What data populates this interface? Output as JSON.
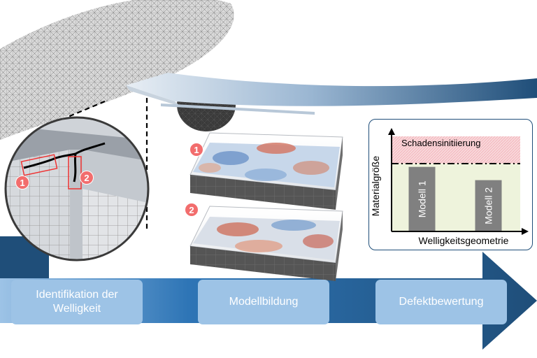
{
  "steps": [
    {
      "label": "Identifikation der Welligkeit"
    },
    {
      "label": "Modellbildung"
    },
    {
      "label": "Defektbewertung"
    }
  ],
  "badges": [
    "1",
    "2"
  ],
  "colors": {
    "arrow_dark": "#1f4e79",
    "arrow_light": "#5b9bd5",
    "step_box": "#9dc3e6",
    "badge": "#f26d6d",
    "zone_damage": "#f8d7da",
    "zone_safe": "#eef3dc",
    "bar": "#808080"
  },
  "chart_data": {
    "type": "bar",
    "categories": [
      "Modell 1",
      "Modell 2"
    ],
    "values": [
      0.78,
      0.62
    ],
    "threshold": 0.82,
    "threshold_label": "Schadensinitiierung",
    "xlabel": "Welligkeitsgeometrie",
    "ylabel": "Materialgröße",
    "ylim": [
      0,
      1.2
    ],
    "grid": false,
    "legend": "none"
  }
}
